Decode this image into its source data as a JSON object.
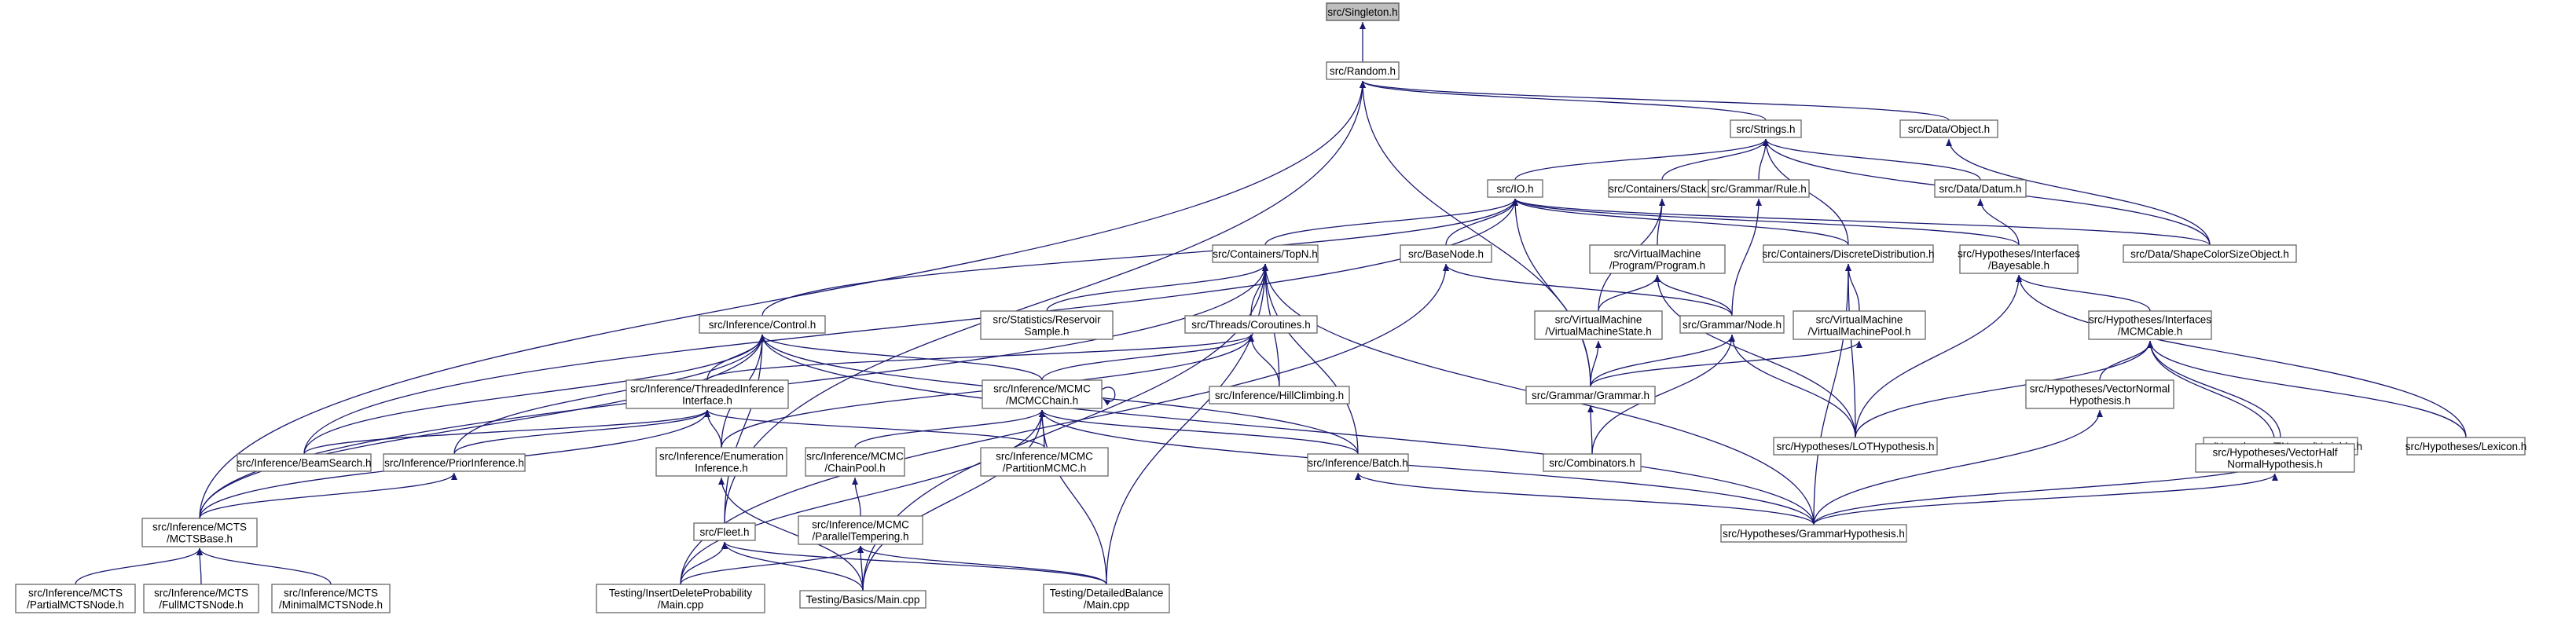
{
  "graph": {
    "title": "src/Singleton.h",
    "nodes": [
      {
        "id": "singleton",
        "lines": [
          "src/Singleton.h"
        ],
        "root": true
      },
      {
        "id": "random",
        "lines": [
          "src/Random.h"
        ]
      },
      {
        "id": "strings",
        "lines": [
          "src/Strings.h"
        ]
      },
      {
        "id": "dataobject",
        "lines": [
          "src/Data/Object.h"
        ]
      },
      {
        "id": "io",
        "lines": [
          "src/IO.h"
        ]
      },
      {
        "id": "stack",
        "lines": [
          "src/Containers/Stack.h"
        ]
      },
      {
        "id": "rule",
        "lines": [
          "src/Grammar/Rule.h"
        ]
      },
      {
        "id": "datum",
        "lines": [
          "src/Data/Datum.h"
        ]
      },
      {
        "id": "topn",
        "lines": [
          "src/Containers/TopN.h"
        ]
      },
      {
        "id": "basenode",
        "lines": [
          "src/BaseNode.h"
        ]
      },
      {
        "id": "program",
        "lines": [
          "src/VirtualMachine",
          "/Program/Program.h"
        ]
      },
      {
        "id": "discrete",
        "lines": [
          "src/Containers/DiscreteDistribution.h"
        ]
      },
      {
        "id": "bayesable",
        "lines": [
          "src/Hypotheses/Interfaces",
          "/Bayesable.h"
        ]
      },
      {
        "id": "shapecolor",
        "lines": [
          "src/Data/ShapeColorSizeObject.h"
        ]
      },
      {
        "id": "control",
        "lines": [
          "src/Inference/Control.h"
        ]
      },
      {
        "id": "reservoir",
        "lines": [
          "src/Statistics/Reservoir",
          "Sample.h"
        ]
      },
      {
        "id": "coroutines",
        "lines": [
          "src/Threads/Coroutines.h"
        ]
      },
      {
        "id": "vmstate",
        "lines": [
          "src/VirtualMachine",
          "/VirtualMachineState.h"
        ]
      },
      {
        "id": "gnode",
        "lines": [
          "src/Grammar/Node.h"
        ]
      },
      {
        "id": "vmpool",
        "lines": [
          "src/VirtualMachine",
          "/VirtualMachinePool.h"
        ]
      },
      {
        "id": "mcmcable",
        "lines": [
          "src/Hypotheses/Interfaces",
          "/MCMCable.h"
        ]
      },
      {
        "id": "threaded",
        "lines": [
          "src/Inference/ThreadedInference",
          "Interface.h"
        ]
      },
      {
        "id": "mcmcchain",
        "lines": [
          "src/Inference/MCMC",
          "/MCMCChain.h"
        ]
      },
      {
        "id": "hillclimb",
        "lines": [
          "src/Inference/HillClimbing.h"
        ]
      },
      {
        "id": "grammar",
        "lines": [
          "src/Grammar/Grammar.h"
        ]
      },
      {
        "id": "lot",
        "lines": [
          "src/Hypotheses/LOTHypothesis.h"
        ]
      },
      {
        "id": "vectornormal",
        "lines": [
          "src/Hypotheses/VectorNormal",
          "Hypothesis.h"
        ]
      },
      {
        "id": "tnormal",
        "lines": [
          "src/Hypotheses/TNormalVariable.h"
        ]
      },
      {
        "id": "lexicon",
        "lines": [
          "src/Hypotheses/Lexicon.h"
        ]
      },
      {
        "id": "beamsearch",
        "lines": [
          "src/Inference/BeamSearch.h"
        ]
      },
      {
        "id": "prior",
        "lines": [
          "src/Inference/PriorInference.h"
        ]
      },
      {
        "id": "enumeration",
        "lines": [
          "src/Inference/Enumeration",
          "Inference.h"
        ]
      },
      {
        "id": "chainpool",
        "lines": [
          "src/Inference/MCMC",
          "/ChainPool.h"
        ]
      },
      {
        "id": "partition",
        "lines": [
          "src/Inference/MCMC",
          "/PartitionMCMC.h"
        ]
      },
      {
        "id": "batch",
        "lines": [
          "src/Inference/Batch.h"
        ]
      },
      {
        "id": "combinators",
        "lines": [
          "src/Combinators.h"
        ]
      },
      {
        "id": "vectorhalf",
        "lines": [
          "src/Hypotheses/VectorHalf",
          "NormalHypothesis.h"
        ]
      },
      {
        "id": "mctsbase",
        "lines": [
          "src/Inference/MCTS",
          "/MCTSBase.h"
        ]
      },
      {
        "id": "fleet",
        "lines": [
          "src/Fleet.h"
        ]
      },
      {
        "id": "parallel",
        "lines": [
          "src/Inference/MCMC",
          "/ParallelTempering.h"
        ]
      },
      {
        "id": "grammarhyp",
        "lines": [
          "src/Hypotheses/GrammarHypothesis.h"
        ]
      },
      {
        "id": "partialmcts",
        "lines": [
          "src/Inference/MCTS",
          "/PartialMCTSNode.h"
        ]
      },
      {
        "id": "fullmcts",
        "lines": [
          "src/Inference/MCTS",
          "/FullMCTSNode.h"
        ]
      },
      {
        "id": "minimalmcts",
        "lines": [
          "src/Inference/MCTS",
          "/MinimalMCTSNode.h"
        ]
      },
      {
        "id": "insertdelete",
        "lines": [
          "Testing/InsertDeleteProbability",
          "/Main.cpp"
        ]
      },
      {
        "id": "basicsmain",
        "lines": [
          "Testing/Basics/Main.cpp"
        ]
      },
      {
        "id": "detailed",
        "lines": [
          "Testing/DetailedBalance",
          "/Main.cpp"
        ]
      }
    ],
    "edges": [
      [
        "random",
        "singleton"
      ],
      [
        "strings",
        "random"
      ],
      [
        "dataobject",
        "random"
      ],
      [
        "grammar",
        "random"
      ],
      [
        "mctsbase",
        "random"
      ],
      [
        "fleet",
        "random"
      ],
      [
        "io",
        "strings"
      ],
      [
        "stack",
        "strings"
      ],
      [
        "rule",
        "strings"
      ],
      [
        "datum",
        "strings"
      ],
      [
        "discrete",
        "strings"
      ],
      [
        "shapecolor",
        "strings"
      ],
      [
        "shapecolor",
        "dataobject"
      ],
      [
        "topn",
        "io"
      ],
      [
        "basenode",
        "io"
      ],
      [
        "control",
        "io"
      ],
      [
        "discrete",
        "io"
      ],
      [
        "bayesable",
        "io"
      ],
      [
        "shapecolor",
        "io"
      ],
      [
        "beamsearch",
        "io"
      ],
      [
        "grammar",
        "io"
      ],
      [
        "program",
        "stack"
      ],
      [
        "vmstate",
        "stack"
      ],
      [
        "gnode",
        "rule"
      ],
      [
        "bayesable",
        "datum"
      ],
      [
        "reservoir",
        "topn"
      ],
      [
        "coroutines",
        "topn"
      ],
      [
        "hillclimb",
        "topn"
      ],
      [
        "batch",
        "topn"
      ],
      [
        "basicsmain",
        "topn"
      ],
      [
        "detailed",
        "topn"
      ],
      [
        "grammarhyp",
        "topn"
      ],
      [
        "mctsbase",
        "topn"
      ],
      [
        "gnode",
        "basenode"
      ],
      [
        "insertdelete",
        "basenode"
      ],
      [
        "vmstate",
        "program"
      ],
      [
        "gnode",
        "program"
      ],
      [
        "lot",
        "program"
      ],
      [
        "vmpool",
        "discrete"
      ],
      [
        "lot",
        "discrete"
      ],
      [
        "grammarhyp",
        "discrete"
      ],
      [
        "mcmcable",
        "bayesable"
      ],
      [
        "lot",
        "bayesable"
      ],
      [
        "lexicon",
        "bayesable"
      ],
      [
        "threaded",
        "control"
      ],
      [
        "mcmcchain",
        "control"
      ],
      [
        "beamsearch",
        "control"
      ],
      [
        "prior",
        "control"
      ],
      [
        "enumeration",
        "control"
      ],
      [
        "batch",
        "control"
      ],
      [
        "fleet",
        "control"
      ],
      [
        "mctsbase",
        "control"
      ],
      [
        "grammarhyp",
        "control"
      ],
      [
        "threaded",
        "coroutines"
      ],
      [
        "mcmcchain",
        "coroutines"
      ],
      [
        "hillclimb",
        "coroutines"
      ],
      [
        "enumeration",
        "coroutines"
      ],
      [
        "grammar",
        "vmstate"
      ],
      [
        "grammar",
        "gnode"
      ],
      [
        "combinators",
        "gnode"
      ],
      [
        "lot",
        "gnode"
      ],
      [
        "grammar",
        "vmpool"
      ],
      [
        "lot",
        "mcmcable"
      ],
      [
        "vectornormal",
        "mcmcable"
      ],
      [
        "tnormal",
        "mcmcable"
      ],
      [
        "vectorhalf",
        "mcmcable"
      ],
      [
        "lexicon",
        "mcmcable"
      ],
      [
        "beamsearch",
        "threaded"
      ],
      [
        "prior",
        "threaded"
      ],
      [
        "enumeration",
        "threaded"
      ],
      [
        "partition",
        "threaded"
      ],
      [
        "mctsbase",
        "threaded"
      ],
      [
        "chainpool",
        "mcmcchain"
      ],
      [
        "partition",
        "mcmcchain"
      ],
      [
        "batch",
        "mcmcchain"
      ],
      [
        "grammarhyp",
        "mcmcchain"
      ],
      [
        "insertdelete",
        "mcmcchain"
      ],
      [
        "basicsmain",
        "mcmcchain"
      ],
      [
        "detailed",
        "mcmcchain"
      ],
      [
        "mcmcchain",
        "mcmcchain"
      ],
      [
        "combinators",
        "grammar"
      ],
      [
        "mctsbase",
        "prior"
      ],
      [
        "basicsmain",
        "enumeration"
      ],
      [
        "parallel",
        "chainpool"
      ],
      [
        "grammarhyp",
        "batch"
      ],
      [
        "grammarhyp",
        "vectornormal"
      ],
      [
        "grammarhyp",
        "tnormal"
      ],
      [
        "grammarhyp",
        "vectorhalf"
      ],
      [
        "partialmcts",
        "mctsbase"
      ],
      [
        "fullmcts",
        "mctsbase"
      ],
      [
        "minimalmcts",
        "mctsbase"
      ],
      [
        "insertdelete",
        "fleet"
      ],
      [
        "basicsmain",
        "fleet"
      ],
      [
        "detailed",
        "fleet"
      ],
      [
        "insertdelete",
        "parallel"
      ],
      [
        "basicsmain",
        "parallel"
      ],
      [
        "detailed",
        "parallel"
      ]
    ]
  }
}
